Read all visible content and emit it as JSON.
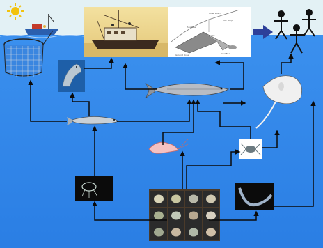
{
  "colors": {
    "sky": "#e3f1f5",
    "sea": "#2f86e8",
    "sea_deep": "#1f6fd6",
    "arrow": "#0b0b0b",
    "sun": "#f2c20c",
    "boat": "#2b5fae",
    "net": "#2a2a2a"
  },
  "icons": [
    "sun-icon",
    "fishing-boat-icon",
    "net-pen-icon",
    "trawler-photo",
    "fishing-gear-drawing",
    "right-arrow-icon",
    "people-icons",
    "dolphin-photo",
    "large-fish-photo",
    "small-fish-photo",
    "stingray-photo",
    "shrimp-photo",
    "crab-photo",
    "jellyfish-photo",
    "worm-photo",
    "plankton-grid"
  ],
  "gear_drawing_labels": [
    "Otter Board",
    "Ground Rope",
    "Tow Warp",
    "Headline",
    "Cod End",
    "Bridle"
  ],
  "plankton_cells": 12
}
